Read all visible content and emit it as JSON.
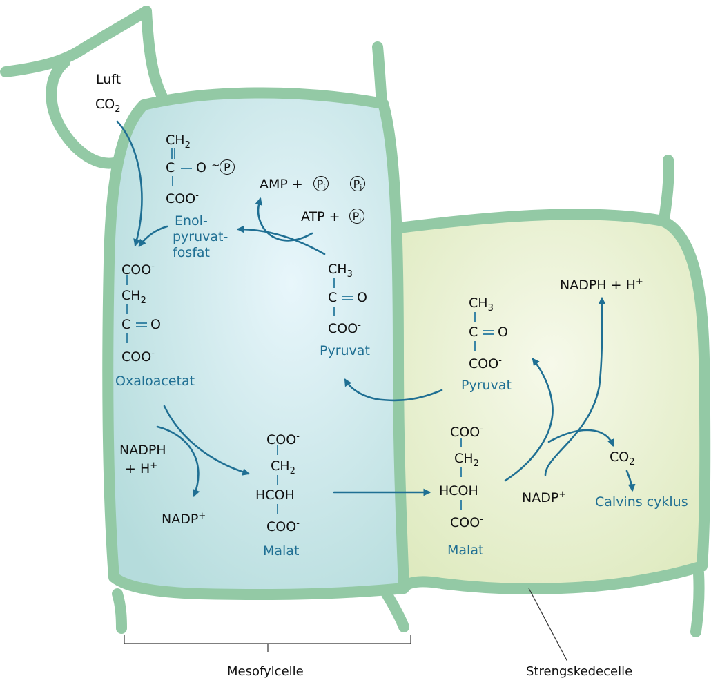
{
  "labels": {
    "luft": "Luft",
    "co2_air": "CO",
    "co2_air_sub": "2",
    "pep": {
      "ch2": "CH",
      "ch2_sub": "2",
      "c": "C",
      "o": "O",
      "tilde": "~",
      "p": "P",
      "coo": "COO",
      "coo_sup": "-",
      "name_1": "Enol-",
      "name_2": "pyruvat-",
      "name_3": "fosfat"
    },
    "amp_row": {
      "amp": "AMP +",
      "pi1": "P",
      "pi1_sub": "i",
      "pi2": "P",
      "pi2_sub": "i"
    },
    "atp_row": {
      "atp": "ATP +",
      "pi": "P",
      "pi_sub": "i"
    },
    "oxaloacetate": {
      "coo1": "COO",
      "coo1_sup": "-",
      "ch2": "CH",
      "ch2_sub": "2",
      "c": "C",
      "o": "O",
      "coo2": "COO",
      "coo2_sup": "-",
      "name": "Oxaloacetat"
    },
    "pyruvate_meso": {
      "ch3": "CH",
      "ch3_sub": "3",
      "c": "C",
      "o": "O",
      "coo": "COO",
      "coo_sup": "-",
      "name": "Pyruvat"
    },
    "malate_meso": {
      "coo1": "COO",
      "coo1_sup": "-",
      "ch2": "CH",
      "ch2_sub": "2",
      "hcoh": "HCOH",
      "coo2": "COO",
      "coo2_sup": "-",
      "name": "Malat"
    },
    "nadph_meso": {
      "line1": "NADPH",
      "line2": "+ H",
      "line2_sup": "+"
    },
    "nadp_meso": {
      "text": "NADP",
      "sup": "+"
    },
    "pyruvate_bundle": {
      "ch3": "CH",
      "ch3_sub": "3",
      "c": "C",
      "o": "O",
      "coo": "COO",
      "coo_sup": "-",
      "name": "Pyruvat"
    },
    "malate_bundle": {
      "coo1": "COO",
      "coo1_sup": "-",
      "ch2": "CH",
      "ch2_sub": "2",
      "hcoh": "HCOH",
      "coo2": "COO",
      "coo2_sup": "-",
      "name": "Malat"
    },
    "nadph_bundle": {
      "text": "NADPH + H",
      "sup": "+"
    },
    "nadp_bundle": {
      "text": "NADP",
      "sup": "+"
    },
    "co2_bundle": {
      "text": "CO",
      "sub": "2"
    },
    "calvin": "Calvins cyklus",
    "mesophyll": "Mesofylcelle",
    "bundle_sheath": "Strengskedecelle"
  },
  "colors": {
    "cell_wall": "#93c9a5",
    "mesophyll_fill_center": "#e8f6fb",
    "mesophyll_fill_edge": "#b5dcdc",
    "bundle_fill_center": "#f6f9ea",
    "bundle_fill_edge": "#dde9bd",
    "arrow": "#1f6f93",
    "name_text": "#1f6f93"
  }
}
